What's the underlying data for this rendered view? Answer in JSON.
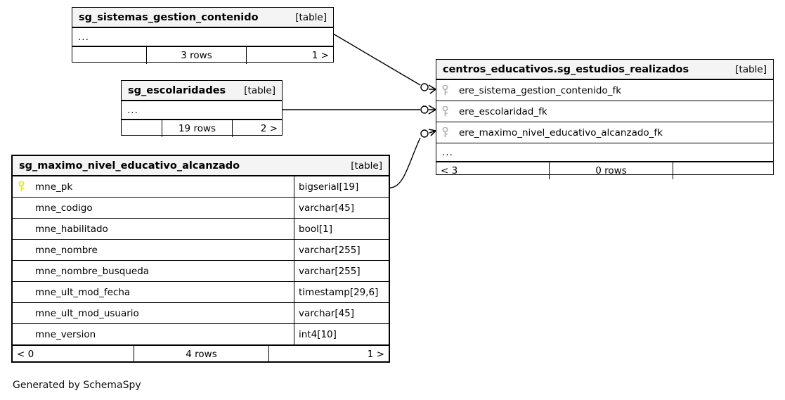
{
  "diagram": {
    "caption": "Generated by SchemaSpy",
    "table_tag": "[table]",
    "ellipsis": "...",
    "colors": {
      "background": "#ffffff",
      "header_fill": "#f4f4f4",
      "border": "#000000",
      "pk_key": "#e8e80f",
      "fk_key": "#b4b4b4",
      "connector": "#000000"
    }
  },
  "tables": [
    {
      "id": "sg_sistemas_gestion_contenido",
      "name": "sg_sistemas_gestion_contenido",
      "tag": "[table]",
      "ellipsis": "...",
      "footer": {
        "left": "",
        "mid": "3 rows",
        "right": "1 >"
      }
    },
    {
      "id": "sg_escolaridades",
      "name": "sg_escolaridades",
      "tag": "[table]",
      "ellipsis": "...",
      "footer": {
        "left": "",
        "mid": "19 rows",
        "right": "2 >"
      }
    },
    {
      "id": "centros_educativos.sg_estudios_realizados",
      "name": "centros_educativos.sg_estudios_realizados",
      "tag": "[table]",
      "ellipsis": "...",
      "columns": [
        {
          "name": "ere_sistema_gestion_contenido_fk",
          "key": "fk",
          "type": ""
        },
        {
          "name": "ere_escolaridad_fk",
          "key": "fk",
          "type": ""
        },
        {
          "name": "ere_maximo_nivel_educativo_alcanzado_fk",
          "key": "fk",
          "type": ""
        }
      ],
      "footer": {
        "left": "< 3",
        "mid": "0 rows",
        "right": ""
      }
    },
    {
      "id": "sg_maximo_nivel_educativo_alcanzado",
      "name": "sg_maximo_nivel_educativo_alcanzado",
      "tag": "[table]",
      "columns": [
        {
          "name": "mne_pk",
          "key": "pk",
          "type": "bigserial[19]"
        },
        {
          "name": "mne_codigo",
          "key": "none",
          "type": "varchar[45]"
        },
        {
          "name": "mne_habilitado",
          "key": "none",
          "type": "bool[1]"
        },
        {
          "name": "mne_nombre",
          "key": "none",
          "type": "varchar[255]"
        },
        {
          "name": "mne_nombre_busqueda",
          "key": "none",
          "type": "varchar[255]"
        },
        {
          "name": "mne_ult_mod_fecha",
          "key": "none",
          "type": "timestamp[29,6]"
        },
        {
          "name": "mne_ult_mod_usuario",
          "key": "none",
          "type": "varchar[45]"
        },
        {
          "name": "mne_version",
          "key": "none",
          "type": "int4[10]"
        }
      ],
      "footer": {
        "left": "< 0",
        "mid": "4 rows",
        "right": "1 >"
      }
    }
  ],
  "relationships": [
    {
      "id": "rel-1",
      "from": "sg_sistemas_gestion_contenido",
      "to_column": "ere_sistema_gestion_contenido_fk",
      "cardinality": "zero-or-many"
    },
    {
      "id": "rel-2",
      "from": "sg_escolaridades",
      "to_column": "ere_escolaridad_fk",
      "cardinality": "zero-or-many"
    },
    {
      "id": "rel-3",
      "from": "sg_maximo_nivel_educativo_alcanzado",
      "to_column": "ere_maximo_nivel_educativo_alcanzado_fk",
      "cardinality": "zero-or-many"
    }
  ]
}
